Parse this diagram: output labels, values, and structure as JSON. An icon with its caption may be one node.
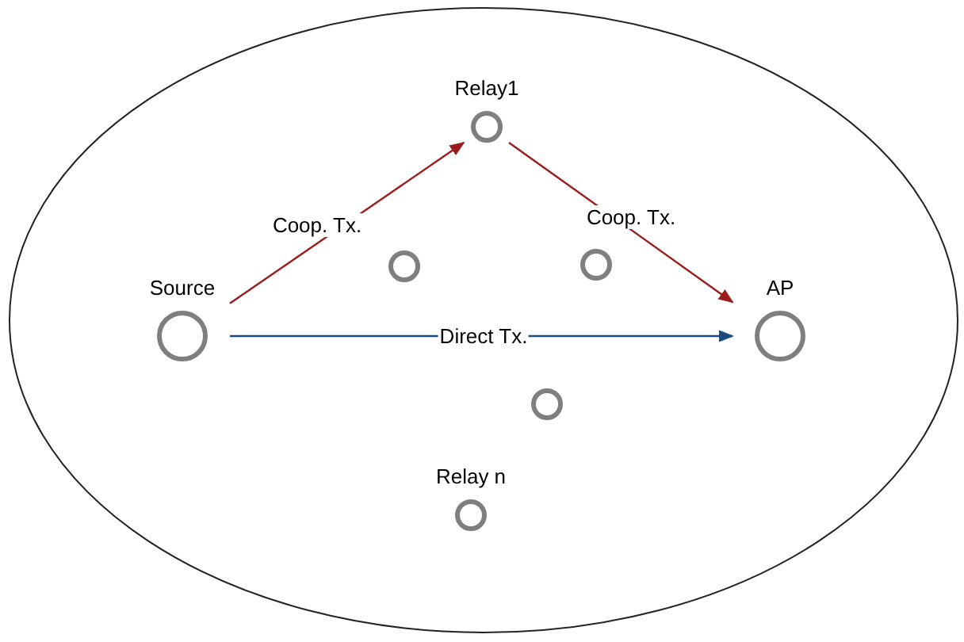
{
  "diagram": {
    "nodes": [
      {
        "text": [],
        "shape": "ellipse"
      },
      {
        "text": [
          "Relay1"
        ],
        "in": 0
      },
      {
        "text": [
          "Source"
        ],
        "in": 0
      },
      {
        "text": [
          "AP"
        ],
        "in": 0
      },
      {
        "text": [],
        "shape": "circle",
        "in": 0
      },
      {
        "text": [],
        "shape": "circle",
        "in": 0
      },
      {
        "text": [],
        "shape": "circle",
        "in": 0
      },
      {
        "text": [
          "Relay n"
        ],
        "in": 0
      }
    ],
    "edges": [
      {
        "from": 2,
        "to": 1,
        "arrow": "to",
        "label": "Coop. Tx."
      },
      {
        "from": 1,
        "to": 3,
        "arrow": "to",
        "label": "Coop. Tx."
      },
      {
        "from": 2,
        "to": 3,
        "arrow": "to",
        "label": "Direct Tx.",
        "color": "#1b4a80"
      }
    ]
  }
}
